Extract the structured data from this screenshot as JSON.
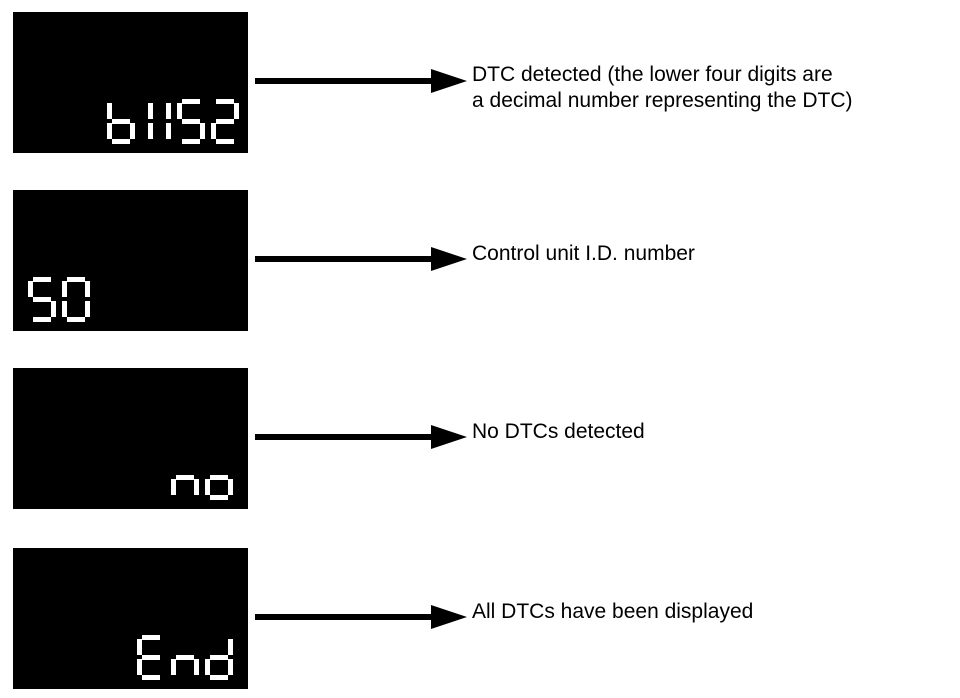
{
  "figure": {
    "type": "seven-segment-display-legend",
    "background_color": "#ffffff",
    "panel_color": "#000000",
    "segment_color": "#ffffff",
    "arrow_color": "#000000",
    "text_color": "#000000"
  },
  "rows": [
    {
      "display_text": "b1152",
      "display_align": "center-right",
      "digits": [
        {
          "char": "b",
          "segments": "f,e,d,c,g"
        },
        {
          "char": "1",
          "segments": "b,c",
          "narrow": true
        },
        {
          "char": "1",
          "segments": "b,c",
          "narrow": true
        },
        {
          "char": "5",
          "segments": "a,f,g,c,d"
        },
        {
          "char": "2",
          "segments": "a,b,g,e,d"
        }
      ],
      "caption": "DTC detected (the lower four digits are\na decimal number representing the DTC)",
      "caption_lines": [
        "DTC detected (the lower four digits are",
        "a decimal number representing the DTC)"
      ]
    },
    {
      "display_text": "50",
      "display_align": "left",
      "digits": [
        {
          "char": "5",
          "segments": "a,f,g,c,d"
        },
        {
          "char": "0",
          "segments": "a,b,c,d,e,f"
        }
      ],
      "caption": "Control unit I.D. number",
      "caption_lines": [
        "Control unit I.D. number"
      ]
    },
    {
      "display_text": "no",
      "display_align": "right",
      "digits": [
        {
          "char": "n",
          "segments": "e,g,c"
        },
        {
          "char": "o",
          "segments": "g,e,d,c"
        }
      ],
      "caption": "No DTCs detected",
      "caption_lines": [
        "No DTCs detected"
      ]
    },
    {
      "display_text": "End",
      "display_align": "right",
      "digits": [
        {
          "char": "E",
          "segments": "a,f,g,e,d"
        },
        {
          "char": "n",
          "segments": "e,g,c"
        },
        {
          "char": "d",
          "segments": "b,c,d,e,g"
        }
      ],
      "caption": "All DTCs have been displayed",
      "caption_lines": [
        "All DTCs have been displayed"
      ]
    }
  ]
}
